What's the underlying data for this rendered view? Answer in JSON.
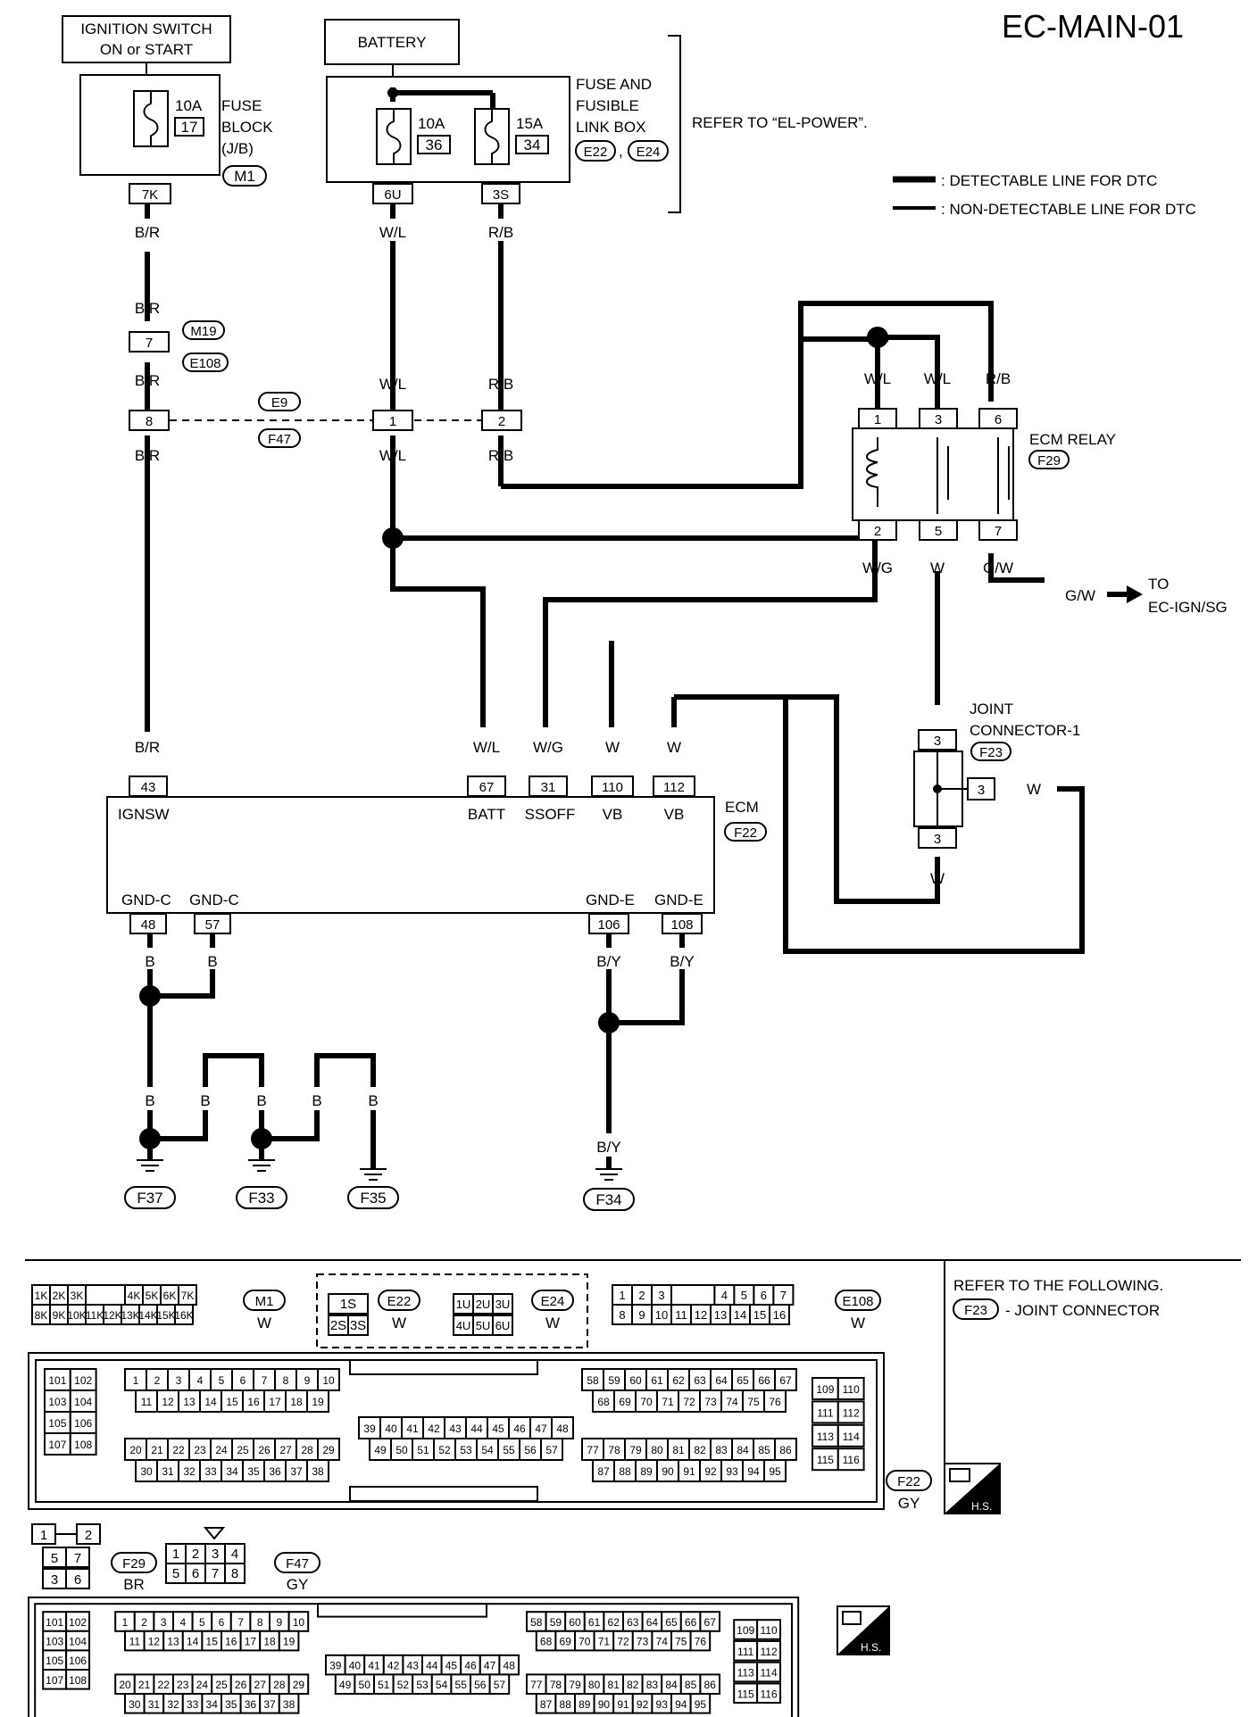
{
  "title": "EC-MAIN-01",
  "legend": {
    "detectable": ": DETECTABLE LINE FOR DTC",
    "non_detectable": ": NON-DETECTABLE LINE FOR DTC"
  },
  "sources": {
    "ignition": "IGNITION SWITCH",
    "ignition2": "ON or START",
    "battery": "BATTERY",
    "fuse_block": [
      "FUSE",
      "BLOCK",
      "(J/B)"
    ],
    "fuse_block_conn": "M1",
    "fuse_box": [
      "FUSE AND",
      "FUSIBLE",
      "LINK BOX"
    ],
    "fuse_box_conn": [
      "E22",
      "E24"
    ],
    "refer_power": "REFER TO “EL-POWER”.",
    "fuses": [
      {
        "amp": "10A",
        "num": "17",
        "term": "7K"
      },
      {
        "amp": "10A",
        "num": "36",
        "term": "6U"
      },
      {
        "amp": "15A",
        "num": "34",
        "term": "3S"
      }
    ]
  },
  "colors": {
    "br": "B/R",
    "wl": "W/L",
    "rb": "R/B",
    "wg": "W/G",
    "w": "W",
    "gw": "G/W",
    "b": "B",
    "by": "B/Y"
  },
  "inline": {
    "m19": "M19",
    "e108": "E108",
    "e9": "E9",
    "f47": "F47",
    "p7": "7",
    "p8": "8",
    "p1": "1",
    "p2": "2"
  },
  "relay": {
    "name": "ECM RELAY",
    "conn": "F29",
    "pins_top": [
      "1",
      "3",
      "6"
    ],
    "pins_bottom": [
      "2",
      "5",
      "7"
    ]
  },
  "to_ign": [
    "TO",
    "EC-IGN/SG"
  ],
  "joint": {
    "name": [
      "JOINT",
      "CONNECTOR-1"
    ],
    "conn": "F23",
    "pins": [
      "3",
      "3",
      "3"
    ]
  },
  "ecm": {
    "name": "ECM",
    "conn": "F22",
    "top_pins": [
      {
        "num": "43",
        "label": "IGNSW"
      },
      {
        "num": "67",
        "label": "BATT"
      },
      {
        "num": "31",
        "label": "SSOFF"
      },
      {
        "num": "110",
        "label": "VB"
      },
      {
        "num": "112",
        "label": "VB"
      }
    ],
    "bottom_pins": [
      {
        "num": "48",
        "label": "GND-C"
      },
      {
        "num": "57",
        "label": "GND-C"
      },
      {
        "num": "106",
        "label": "GND-E"
      },
      {
        "num": "108",
        "label": "GND-E"
      }
    ]
  },
  "grounds": [
    "F37",
    "F33",
    "F35",
    "F34"
  ],
  "connectors": {
    "m1": {
      "id": "M1",
      "color": "W",
      "row1": [
        "1K",
        "2K",
        "3K",
        "",
        "4K",
        "5K",
        "6K",
        "7K"
      ],
      "row2": [
        "8K",
        "9K",
        "10K",
        "11K",
        "12K",
        "13K",
        "14K",
        "15K",
        "16K"
      ]
    },
    "e22": {
      "id": "E22",
      "color": "W",
      "row1": [
        "1S"
      ],
      "row2": [
        "2S",
        "3S"
      ]
    },
    "e24": {
      "id": "E24",
      "color": "W",
      "row1": [
        "1U",
        "2U",
        "3U"
      ],
      "row2": [
        "4U",
        "5U",
        "6U"
      ]
    },
    "e108": {
      "id": "E108",
      "color": "W",
      "row1": [
        "1",
        "2",
        "3",
        "",
        "4",
        "5",
        "6",
        "7"
      ],
      "row2": [
        "8",
        "9",
        "10",
        "11",
        "12",
        "13",
        "14",
        "15",
        "16"
      ]
    },
    "refer_following": "REFER TO THE FOLLOWING.",
    "refer_joint_conn": "F23",
    "refer_joint_text": "- JOINT CONNECTOR",
    "f22": {
      "id": "F22",
      "color": "GY"
    },
    "f29": {
      "id": "F29",
      "color": "BR",
      "pins": [
        "1",
        "2",
        "5",
        "7",
        "3",
        "6"
      ]
    },
    "f47": {
      "id": "F47",
      "color": "GY",
      "pins": [
        "1",
        "2",
        "3",
        "4",
        "5",
        "6",
        "7",
        "8"
      ]
    },
    "hs": "H.S."
  }
}
